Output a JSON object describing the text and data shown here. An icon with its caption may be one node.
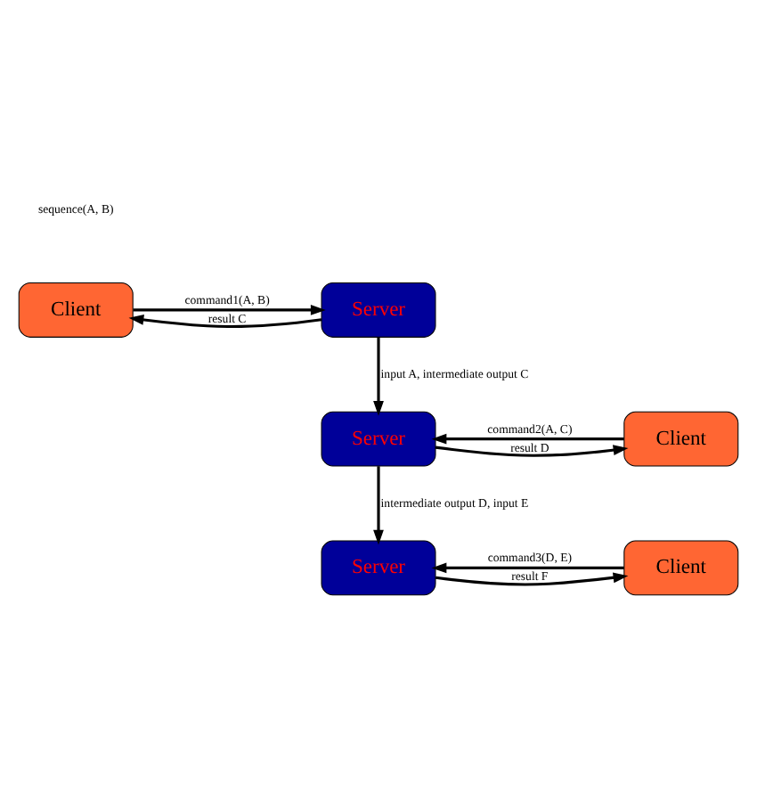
{
  "diagram": {
    "nodes": [
      {
        "text": [
          "Client"
        ]
      },
      {
        "text": [
          "Server"
        ]
      },
      {
        "text": [
          "Client"
        ]
      },
      {
        "text": [
          "Server"
        ]
      },
      {
        "text": [
          "Client"
        ]
      },
      {
        "text": [
          "Server"
        ]
      }
    ],
    "edges": [
      {
        "from": 0,
        "to": 1,
        "arrow": "to",
        "label": "command1(A, B)"
      },
      {
        "from": 1,
        "to": 0,
        "arrow": "to",
        "label": "result C"
      },
      {
        "from": 1,
        "to": 3,
        "arrow": "to",
        "label": "input A, intermediate output C"
      },
      {
        "from": 2,
        "to": 3,
        "arrow": "to",
        "label": "command2(A, C)"
      },
      {
        "from": 3,
        "to": 2,
        "arrow": "to",
        "label": "result D"
      },
      {
        "from": 3,
        "to": 5,
        "arrow": "to",
        "label": "intermediate output D, input E"
      },
      {
        "from": 4,
        "to": 5,
        "arrow": "to",
        "label": "command3(D, E)"
      },
      {
        "from": 5,
        "to": 4,
        "arrow": "to",
        "label": "result F"
      }
    ],
    "labels": [
      "sequence(A, B)"
    ]
  }
}
